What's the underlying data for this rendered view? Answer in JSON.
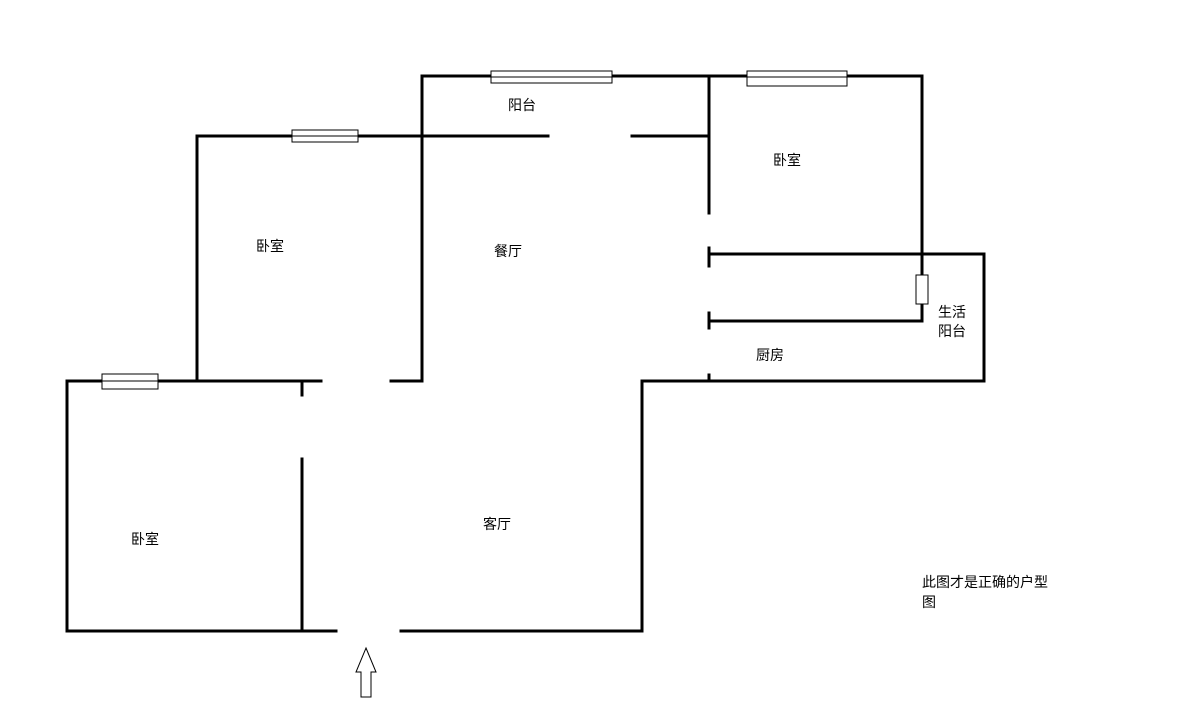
{
  "rooms": {
    "balcony": "阳台",
    "bedroom_ne": "卧室",
    "bedroom_nw": "卧室",
    "dining": "餐厅",
    "utility_balcony_line1": "生活",
    "utility_balcony_line2": "阳台",
    "kitchen": "厨房",
    "bedroom_sw": "卧室",
    "living": "客厅"
  },
  "note": {
    "line1": "此图才是正确的户型",
    "line2": "图"
  },
  "colors": {
    "wall": "#000000",
    "background": "#ffffff"
  },
  "entrance_icon": "up-arrow-icon"
}
